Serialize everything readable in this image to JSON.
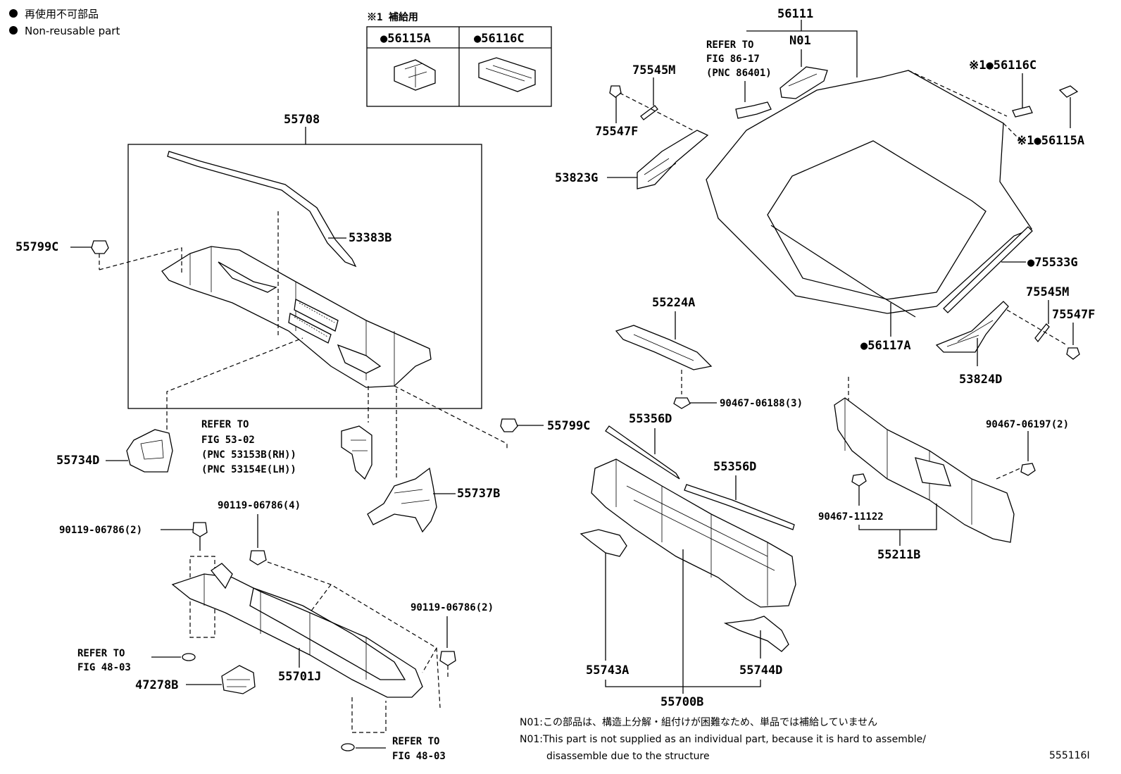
{
  "legend": {
    "bullet": "●",
    "line1": "再使用不可部品",
    "line2": "Non-reusable part"
  },
  "supply_box": {
    "title": "※1 補給用",
    "col1": "●56115A",
    "col2": "●56116C"
  },
  "labels": {
    "p55708": "55708",
    "p53383B": "53383B",
    "p55799C_a": "55799C",
    "p55799C_b": "55799C",
    "p55734D": "55734D",
    "p55737B": "55737B",
    "p56111": "56111",
    "pN01": "N01",
    "p75545M_a": "75545M",
    "p75547F_a": "75547F",
    "p53823G": "53823G",
    "p56116C": "※1●56116C",
    "p56115A": "※1●56115A",
    "p75533G": "●75533G",
    "p56117A": "●56117A",
    "p75545M_b": "75545M",
    "p75547F_b": "75547F",
    "p53824D": "53824D",
    "p55224A": "55224A",
    "p90467_06188": "90467-06188(3)",
    "p55356D_a": "55356D",
    "p55356D_b": "55356D",
    "p90467_06197": "90467-06197(2)",
    "p90467_11122": "90467-11122",
    "p55211B": "55211B",
    "p90119_06786_4": "90119-06786(4)",
    "p90119_06786_2a": "90119-06786(2)",
    "p90119_06786_2b": "90119-06786(2)",
    "p47278B": "47278B",
    "p55701J": "55701J",
    "p55743A": "55743A",
    "p55744D": "55744D",
    "p55700B": "55700B"
  },
  "refs": {
    "fig86": [
      "REFER TO",
      "FIG 86-17",
      "(PNC 86401)"
    ],
    "fig53": [
      "REFER TO",
      "FIG 53-02",
      "(PNC 53153B(RH))",
      "(PNC 53154E(LH))"
    ],
    "fig48a": [
      "REFER TO",
      "FIG 48-03"
    ],
    "fig48b": [
      "REFER TO",
      "FIG 48-03"
    ]
  },
  "footnotes": {
    "n01_jp": "N01:この部品は、構造上分解・組付けが困難なため、単品では補給していません",
    "n01_en_1": "N01:This part is not supplied as an individual part, because it is hard to assemble/",
    "n01_en_2": "disassemble due to the structure"
  },
  "figure_id": "555116I"
}
